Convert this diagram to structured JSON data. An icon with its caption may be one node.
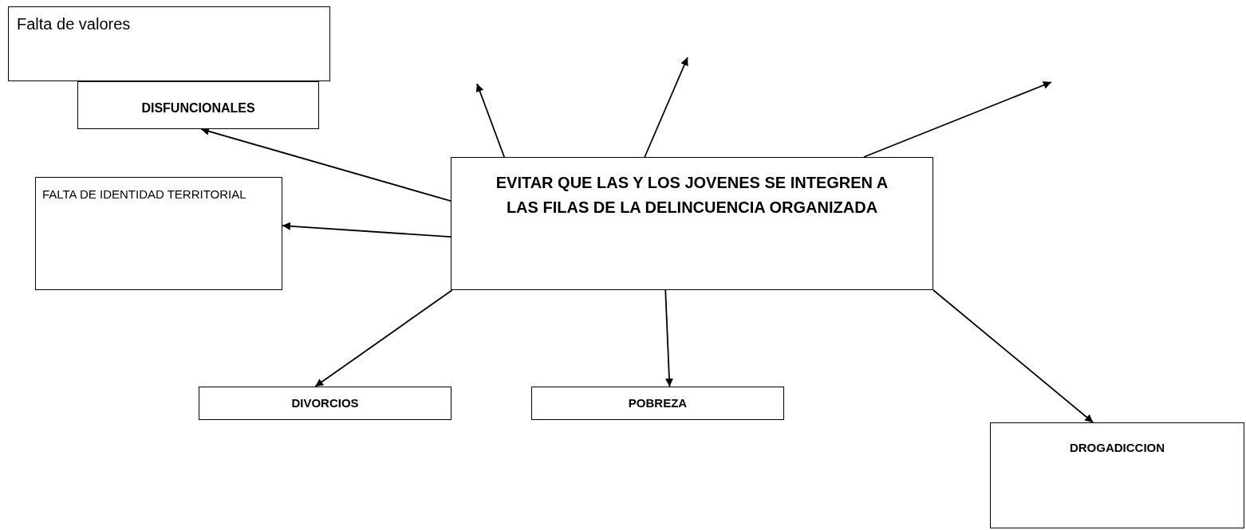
{
  "diagram": {
    "nodes": [
      {
        "text": [
          "Falta de valores"
        ]
      },
      {
        "text": [
          "DISFUNCIONALES"
        ]
      },
      {
        "text": [
          "FALTA DE IDENTIDAD TERRITORIAL"
        ]
      },
      {
        "text": [
          "EVITAR QUE LAS Y LOS JOVENES SE INTEGREN A LAS FILAS DE LA DELINCUENCIA ORGANIZADA"
        ]
      },
      {
        "text": [
          "DIVORCIOS"
        ]
      },
      {
        "text": [
          "POBREZA"
        ]
      },
      {
        "text": [
          "DROGADICCION"
        ]
      }
    ],
    "edges": [
      {
        "from": 3,
        "to": null,
        "arrow": "to"
      },
      {
        "from": 3,
        "to": null,
        "arrow": "to"
      },
      {
        "from": 3,
        "to": null,
        "arrow": "to"
      },
      {
        "from": 3,
        "to": 1,
        "arrow": "to"
      },
      {
        "from": 3,
        "to": 2,
        "arrow": "to"
      },
      {
        "from": 3,
        "to": 4,
        "arrow": "to"
      },
      {
        "from": 3,
        "to": 5,
        "arrow": "to"
      },
      {
        "from": 3,
        "to": 6,
        "arrow": "to"
      }
    ]
  }
}
